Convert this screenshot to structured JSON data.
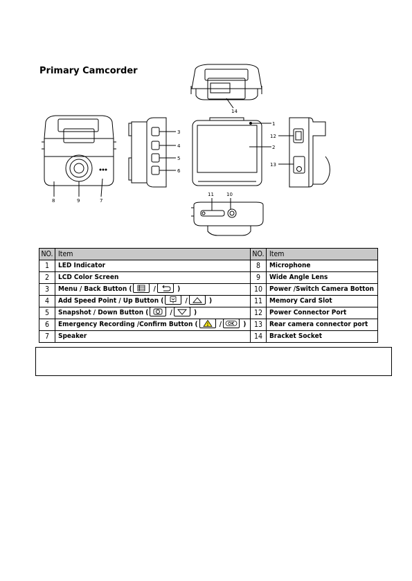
{
  "section_title": "Primary Camcorder",
  "callouts": [
    "1",
    "2",
    "3",
    "4",
    "5",
    "6",
    "7",
    "8",
    "9",
    "10",
    "11",
    "12",
    "13",
    "14"
  ],
  "table": {
    "headers": {
      "no": "NO.",
      "item": "Item"
    },
    "rows": [
      {
        "left_no": "1",
        "left_item": "LED Indicator",
        "right_no": "8",
        "right_item": "Microphone"
      },
      {
        "left_no": "2",
        "left_item": "LCD Color Screen",
        "right_no": "9",
        "right_item": "Wide Angle Lens"
      },
      {
        "left_no": "3",
        "left_item_pre": "Menu / Back Button (",
        "left_item_mid": "/",
        "left_item_post": ")",
        "right_no": "10",
        "right_item": "Power /Switch Camera Botton"
      },
      {
        "left_no": "4",
        "left_item_pre": "Add Speed Point / Up Button (",
        "left_item_mid": "/",
        "left_item_post": ")",
        "right_no": "11",
        "right_item": "Memory Card Slot"
      },
      {
        "left_no": "5",
        "left_item_pre": "Snapshot / Down Button (",
        "left_item_mid": "/",
        "left_item_post": ")",
        "right_no": "12",
        "right_item": "Power Connector Port"
      },
      {
        "left_no": "6",
        "left_item_pre": "Emergency Recording /Confirm Button (",
        "left_item_mid": "/",
        "left_item_post": ")",
        "right_no": "13",
        "right_item": "Rear camera connector port"
      },
      {
        "left_no": "7",
        "left_item": "Speaker",
        "right_no": "14",
        "right_item": "Bracket Socket"
      }
    ]
  },
  "icons": [
    "menu-list-icon",
    "back-arrow-icon",
    "speed-point-icon",
    "up-triangle-icon",
    "camera-icon",
    "down-triangle-icon",
    "warning-triangle-icon",
    "ok-icon"
  ],
  "note_text": ""
}
